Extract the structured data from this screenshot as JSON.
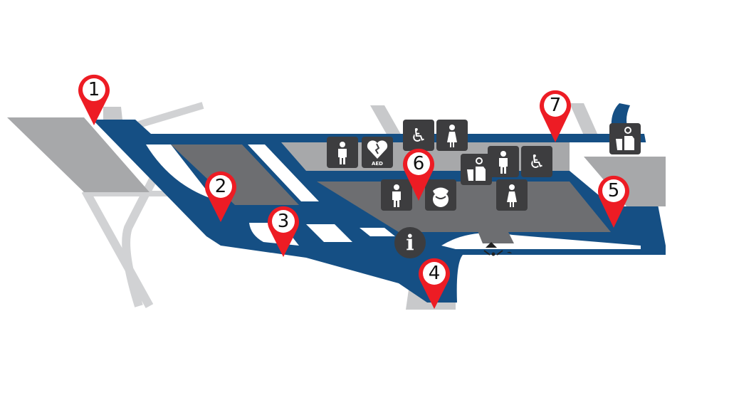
{
  "map": {
    "colors": {
      "walkway": "#154f84",
      "building_dark": "#6d6e71",
      "building_light": "#a7a8aa",
      "road": "#d1d2d4",
      "pin": "#ed1c24",
      "icon_bg": "#3d3d3f"
    },
    "markers": [
      {
        "id": "1",
        "label": "1"
      },
      {
        "id": "2",
        "label": "2"
      },
      {
        "id": "3",
        "label": "3"
      },
      {
        "id": "4",
        "label": "4"
      },
      {
        "id": "5",
        "label": "5"
      },
      {
        "id": "6",
        "label": "6"
      },
      {
        "id": "7",
        "label": "7"
      }
    ],
    "amenities": [
      {
        "type": "male-restroom-icon"
      },
      {
        "type": "aed-icon",
        "label": "AED"
      },
      {
        "type": "accessible-icon",
        "glyph": "♿"
      },
      {
        "type": "female-restroom-icon"
      },
      {
        "type": "male-restroom-icon"
      },
      {
        "type": "first-aid-nurse-icon"
      },
      {
        "type": "family-room-icon"
      },
      {
        "type": "male-restroom-icon"
      },
      {
        "type": "accessible-icon",
        "glyph": "♿"
      },
      {
        "type": "female-restroom-icon"
      },
      {
        "type": "family-room-icon"
      }
    ],
    "info": {
      "label": "i"
    }
  }
}
